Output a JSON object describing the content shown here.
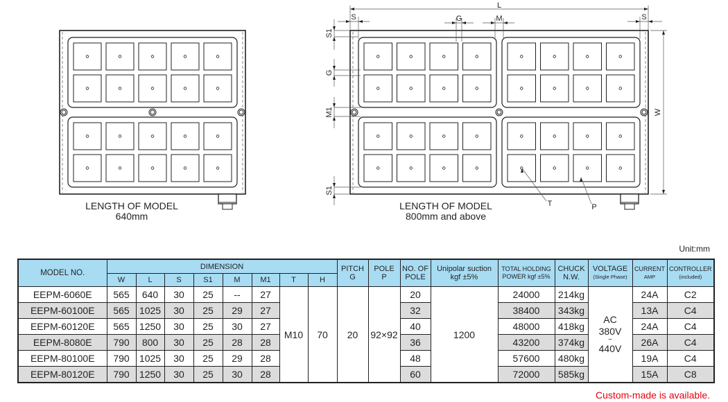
{
  "diagrams": {
    "small": {
      "caption_line1": "LENGTH OF MODEL",
      "caption_line2": "640mm",
      "pole_rows": 4,
      "pole_cols": 5
    },
    "large": {
      "caption_line1": "LENGTH OF MODEL",
      "caption_line2": "800mm and above",
      "pole_rows": 4,
      "pole_cols": 8,
      "dimension_labels": {
        "L": "L",
        "S_left": "S",
        "S_right": "S",
        "G_top": "G",
        "M": "M",
        "S1_top": "S1",
        "G_side": "G",
        "M1": "M1",
        "S1_bottom": "S1",
        "W": "W",
        "T": "T",
        "P": "P"
      }
    }
  },
  "unit_label": "Unit:mm",
  "table": {
    "headers": {
      "model": "MODEL NO.",
      "dimension": "DIMENSION",
      "dim_cols": [
        "W",
        "L",
        "S",
        "S1",
        "M",
        "M1",
        "T",
        "H"
      ],
      "pitch_line1": "PITCH",
      "pitch_line2": "G",
      "pole_line1": "POLE",
      "pole_line2": "P",
      "num_pole_line1": "NO. OF",
      "num_pole_line2": "POLE",
      "unipolar_line1": "Unipolar suction",
      "unipolar_line2": "kgf ±5%",
      "total_line1": "TOTAL HOLDING",
      "total_line2": "POWER kgf ±5%",
      "chuck_line1": "CHUCK",
      "chuck_line2": "N.W.",
      "voltage_line1": "VOLTAGE",
      "voltage_line2": "(Single Phase)",
      "current_line1": "CURRENT",
      "current_line2": "AMP",
      "controller_line1": "CONTROLLER",
      "controller_line2": "(included)"
    },
    "shared": {
      "T": "M10",
      "H": "70",
      "pitch": "20",
      "pole": "92×92",
      "unipolar": "1200",
      "voltage_line1": "AC",
      "voltage_line2": "380V",
      "voltage_line3": "~",
      "voltage_line4": "440V"
    },
    "rows": [
      {
        "model": "EEPM-6060E",
        "W": "565",
        "L": "640",
        "S": "30",
        "S1": "25",
        "M": "--",
        "M1": "27",
        "num_pole": "20",
        "total": "24000",
        "chuck": "214kg",
        "current": "24A",
        "controller": "C2"
      },
      {
        "model": "EEPM-60100E",
        "W": "565",
        "L": "1025",
        "S": "30",
        "S1": "25",
        "M": "29",
        "M1": "27",
        "num_pole": "32",
        "total": "38400",
        "chuck": "343kg",
        "current": "13A",
        "controller": "C4"
      },
      {
        "model": "EEPM-60120E",
        "W": "565",
        "L": "1250",
        "S": "30",
        "S1": "25",
        "M": "30",
        "M1": "27",
        "num_pole": "40",
        "total": "48000",
        "chuck": "418kg",
        "current": "24A",
        "controller": "C4"
      },
      {
        "model": "EEPM-8080E",
        "W": "790",
        "L": "800",
        "S": "30",
        "S1": "25",
        "M": "28",
        "M1": "28",
        "num_pole": "36",
        "total": "43200",
        "chuck": "374kg",
        "current": "26A",
        "controller": "C4"
      },
      {
        "model": "EEPM-80100E",
        "W": "790",
        "L": "1025",
        "S": "30",
        "S1": "25",
        "M": "29",
        "M1": "28",
        "num_pole": "48",
        "total": "57600",
        "chuck": "480kg",
        "current": "19A",
        "controller": "C4"
      },
      {
        "model": "EEPM-80120E",
        "W": "790",
        "L": "1250",
        "S": "30",
        "S1": "25",
        "M": "30",
        "M1": "28",
        "num_pole": "60",
        "total": "72000",
        "chuck": "585kg",
        "current": "15A",
        "controller": "C8"
      }
    ]
  },
  "footnote": "Custom-made is available.",
  "colors": {
    "header_bg": "#a7dcf3",
    "alt_row_bg": "#dcdcdc",
    "footnote": "#e60012",
    "line": "#231f20"
  }
}
